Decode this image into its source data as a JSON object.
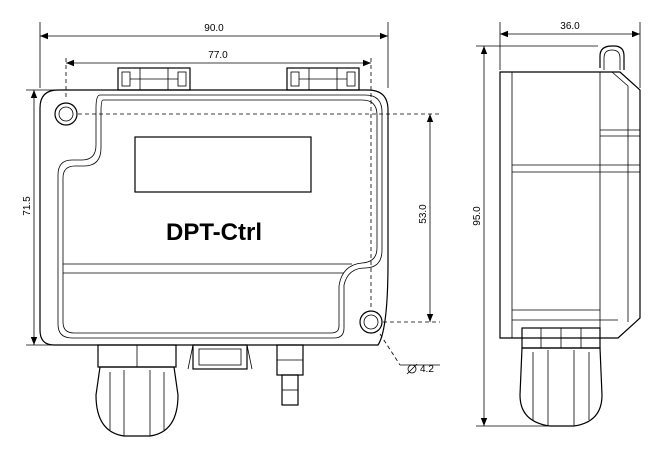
{
  "device_label": "DPT-Ctrl",
  "dimensions": {
    "overall_width": "90.0",
    "hole_spacing_h": "77.0",
    "body_height": "71.5",
    "hole_spacing_v": "53.0",
    "side_height": "95.0",
    "side_depth": "36.0",
    "hole_diameter": "4.2"
  },
  "colors": {
    "line": "#000000",
    "background": "#ffffff"
  }
}
